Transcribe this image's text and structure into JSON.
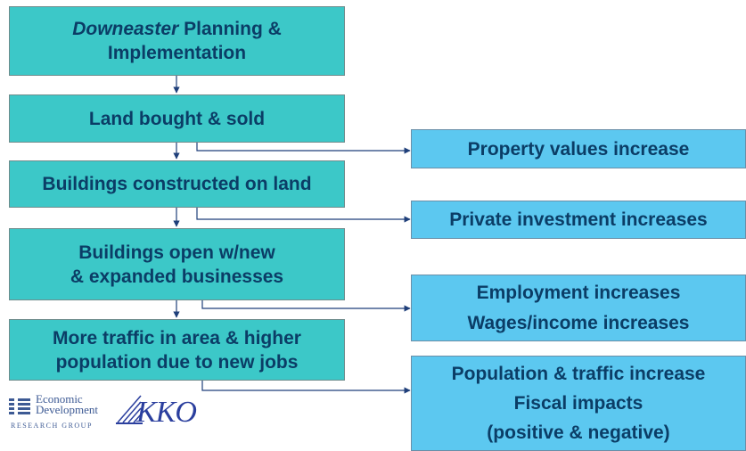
{
  "flow": {
    "step1": {
      "line1_italic": "Downeaster",
      "line1_rest": " Planning &",
      "line2": "Implementation"
    },
    "step2": {
      "line1": "Land bought & sold"
    },
    "step3": {
      "line1": "Buildings constructed on land"
    },
    "step4": {
      "line1": "Buildings open w/new",
      "line2": "& expanded businesses"
    },
    "step5": {
      "line1": "More traffic in area & higher",
      "line2": "population due to new jobs"
    }
  },
  "impacts": {
    "property": "Property values increase",
    "investment": "Private investment increases",
    "employment": "Employment increases",
    "wages": "Wages/income increases",
    "population": "Population & traffic increase",
    "fiscal_line1": "Fiscal impacts",
    "fiscal_line2": "(positive & negative)"
  },
  "logos": {
    "edrg_line1": "Economic",
    "edrg_line2": "Development",
    "edrg_sub": "RESEARCH GROUP",
    "kko": "KKO"
  },
  "colors": {
    "flow_box": "#3cc8c8",
    "impact_box": "#5cc8f0",
    "text": "#0b3d66",
    "connector": "#1f3f7a"
  }
}
